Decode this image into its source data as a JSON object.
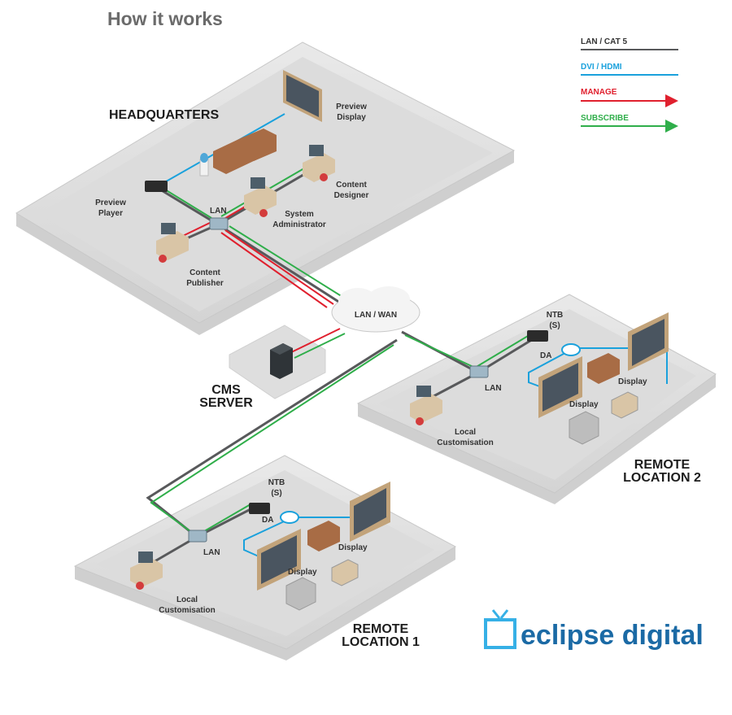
{
  "title": "How it works",
  "legend": [
    {
      "label": "LAN / CAT 5",
      "color": "#58595b",
      "arrow": false
    },
    {
      "label": "DVI / HDMI",
      "color": "#1aa1dc",
      "arrow": false
    },
    {
      "label": "MANAGE",
      "color": "#e0202e",
      "arrow": true
    },
    {
      "label": "SUBSCRIBE",
      "color": "#2fae4a",
      "arrow": true
    }
  ],
  "zones": {
    "headquarters": "HEADQUARTERS",
    "cms_server": [
      "CMS",
      "SERVER"
    ],
    "remote1": [
      "REMOTE",
      "LOCATION 1"
    ],
    "remote2": [
      "REMOTE",
      "LOCATION 2"
    ]
  },
  "labels": {
    "preview_display": [
      "Preview",
      "Display"
    ],
    "preview_player": [
      "Preview",
      "Player"
    ],
    "lan": "LAN",
    "content_designer": [
      "Content",
      "Designer"
    ],
    "system_admin": [
      "System",
      "Administrator"
    ],
    "content_publisher": [
      "Content",
      "Publisher"
    ],
    "lan_wan": "LAN / WAN",
    "ntb": [
      "NTB",
      "(S)"
    ],
    "da": "DA",
    "display": "Display",
    "local_customisation": [
      "Local",
      "Customisation"
    ]
  },
  "brand": {
    "name": "eclipse digital",
    "color": "#1b6aa5",
    "icon_color": "#36b0e6"
  }
}
